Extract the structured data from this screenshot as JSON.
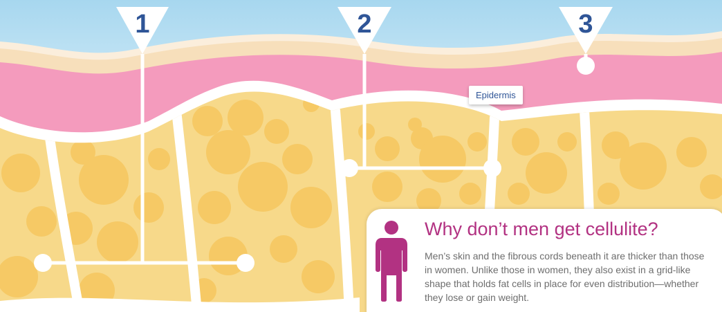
{
  "markers": [
    "1",
    "2",
    "3"
  ],
  "callout_label": "Epidermis",
  "info_panel": {
    "title": "Why don’t men get cellulite?",
    "body": "Men’s skin and the fibrous cords beneath it are thicker than those in women. Unlike those in women, they also exist in a grid-like shape that holds fat cells in place for even distribution—whether they lose or gain weight."
  },
  "colors": {
    "sky": "#a7d7ef",
    "dermis_pink": "#f49bbd",
    "skin_top": "#f7dfbb",
    "fat": "#f7d98a",
    "fat_cell": "#f6c965",
    "cords": "#ffffff",
    "marker_text": "#2f5597",
    "title": "#b23282"
  },
  "icons": [
    "male-figure-icon",
    "marker-triangle-icon"
  ]
}
